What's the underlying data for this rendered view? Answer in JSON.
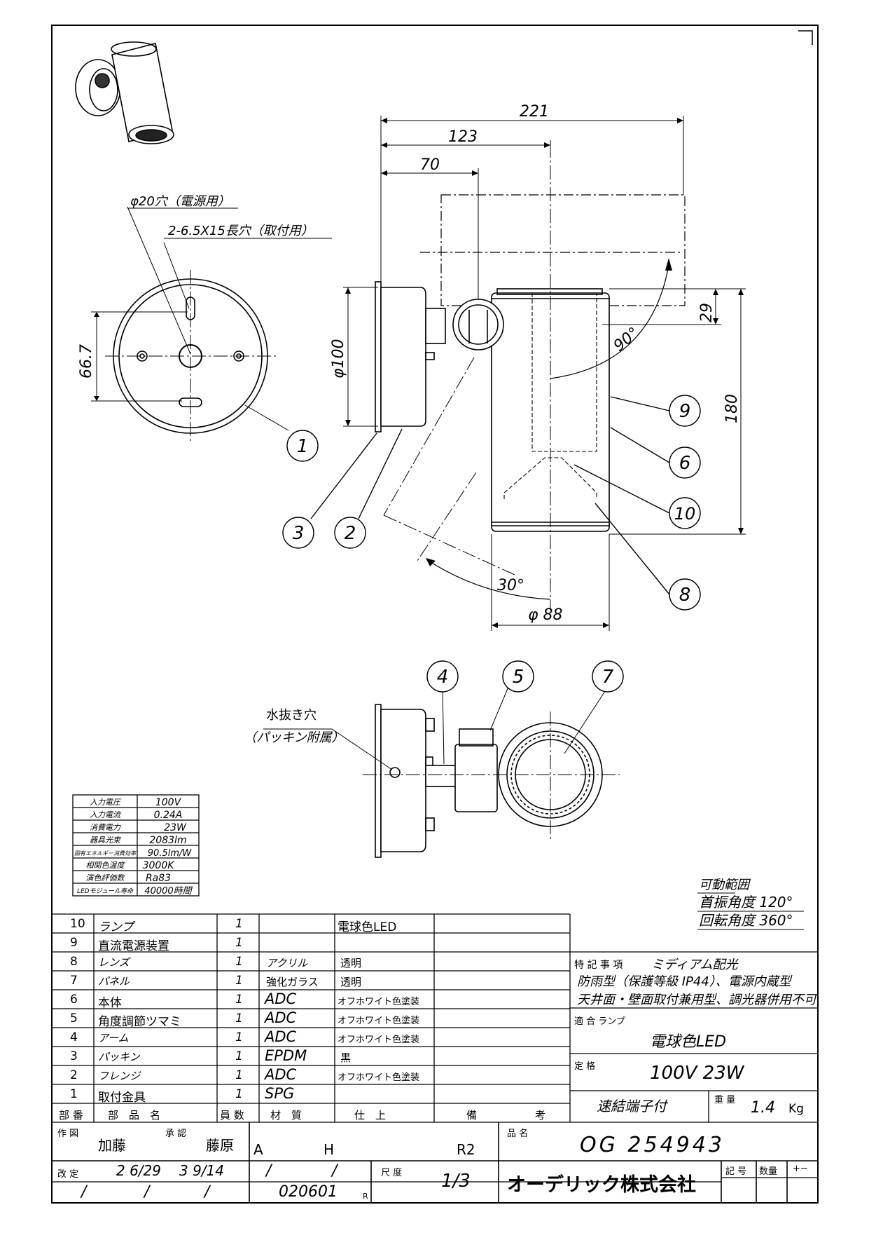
{
  "dimensions": {
    "d221": "221",
    "d123": "123",
    "d70": "70",
    "d29": "29",
    "d180": "180",
    "phi100": "φ100",
    "phi88": "φ 88",
    "d66": "66.7",
    "a90": "90°",
    "a30": "30°"
  },
  "holes": {
    "power": "φ20穴（電源用）",
    "mount": "2-6.5X15長穴（取付用）"
  },
  "drain": {
    "line1": "水抜き穴",
    "line2": "（パッキン附属）"
  },
  "balloons": [
    "1",
    "2",
    "3",
    "4",
    "5",
    "6",
    "7",
    "8",
    "9",
    "10"
  ],
  "specs": [
    {
      "k": "入力電圧",
      "v": "100V"
    },
    {
      "k": "入力電流",
      "v": "0.24A"
    },
    {
      "k": "消費電力",
      "v": "23W"
    },
    {
      "k": "器具光束",
      "v": "2083lm"
    },
    {
      "k": "固有エネルギー消費効率",
      "v": "90.5lm/W"
    },
    {
      "k": "相関色温度",
      "v": "3000K"
    },
    {
      "k": "演色評価数",
      "v": "Ra83"
    },
    {
      "k": "LEDモジュール寿命",
      "v": "40000時間"
    }
  ],
  "motion": {
    "title": "可動範囲",
    "swing": "首振角度 120°",
    "rotate": "回転角度 360°"
  },
  "parts": [
    {
      "no": "10",
      "name": "ランプ",
      "qty": "1",
      "mat": "",
      "finish": "電球色LED"
    },
    {
      "no": "9",
      "name": "直流電源装置",
      "qty": "1",
      "mat": "",
      "finish": ""
    },
    {
      "no": "8",
      "name": "レンズ",
      "qty": "1",
      "mat": "アクリル",
      "finish": "透明"
    },
    {
      "no": "7",
      "name": "パネル",
      "qty": "1",
      "mat": "強化ガラス",
      "finish": "透明"
    },
    {
      "no": "6",
      "name": "本体",
      "qty": "1",
      "mat": "ADC",
      "finish": "オフホワイト色塗装"
    },
    {
      "no": "5",
      "name": "角度調節ツマミ",
      "qty": "1",
      "mat": "ADC",
      "finish": "オフホワイト色塗装"
    },
    {
      "no": "4",
      "name": "アーム",
      "qty": "1",
      "mat": "ADC",
      "finish": "オフホワイト色塗装"
    },
    {
      "no": "3",
      "name": "パッキン",
      "qty": "1",
      "mat": "EPDM",
      "finish": "黒"
    },
    {
      "no": "2",
      "name": "フレンジ",
      "qty": "1",
      "mat": "ADC",
      "finish": "オフホワイト色塗装"
    },
    {
      "no": "1",
      "name": "取付金具",
      "qty": "1",
      "mat": "SPG",
      "finish": ""
    }
  ],
  "header": {
    "no": "部 番",
    "name": "部　品　名",
    "qty": "員 数",
    "mat": "材　質",
    "finish": "仕　上",
    "note1": "備",
    "note2": "考"
  },
  "notes": {
    "label": "特 記 事 項",
    "l1": "ミディアム配光",
    "l2": "防雨型（保護等級 IP44）、電源内蔵型",
    "l3": "天井面・壁面取付兼用型、調光器併用不可",
    "lamp_label": "適 合 ランプ",
    "lamp": "電球色LED",
    "rating_label": "定 格",
    "rating": "100V 23W",
    "terminal": "速結端子付",
    "weight_label": "重 量",
    "weight": "1.4",
    "weight_unit": "Kg"
  },
  "title_block": {
    "draw_label": "作 図",
    "drawer": "加藤",
    "appr_label": "承 認",
    "approver": "藤原",
    "a": "A",
    "h": "H",
    "r": "R2",
    "pn_label": "品 名",
    "pn": "OG 254943",
    "rev_label": "改 定",
    "rev1": "2 6/29",
    "rev2": "3 9/14",
    "slash": "/",
    "scale_label": "尺 度",
    "scale": "1/3",
    "code": "020601",
    "code_r": "R",
    "company": "オーデリック株式会社",
    "kigo": "記 号",
    "suryo": "数量",
    "plusminus": "+−"
  }
}
